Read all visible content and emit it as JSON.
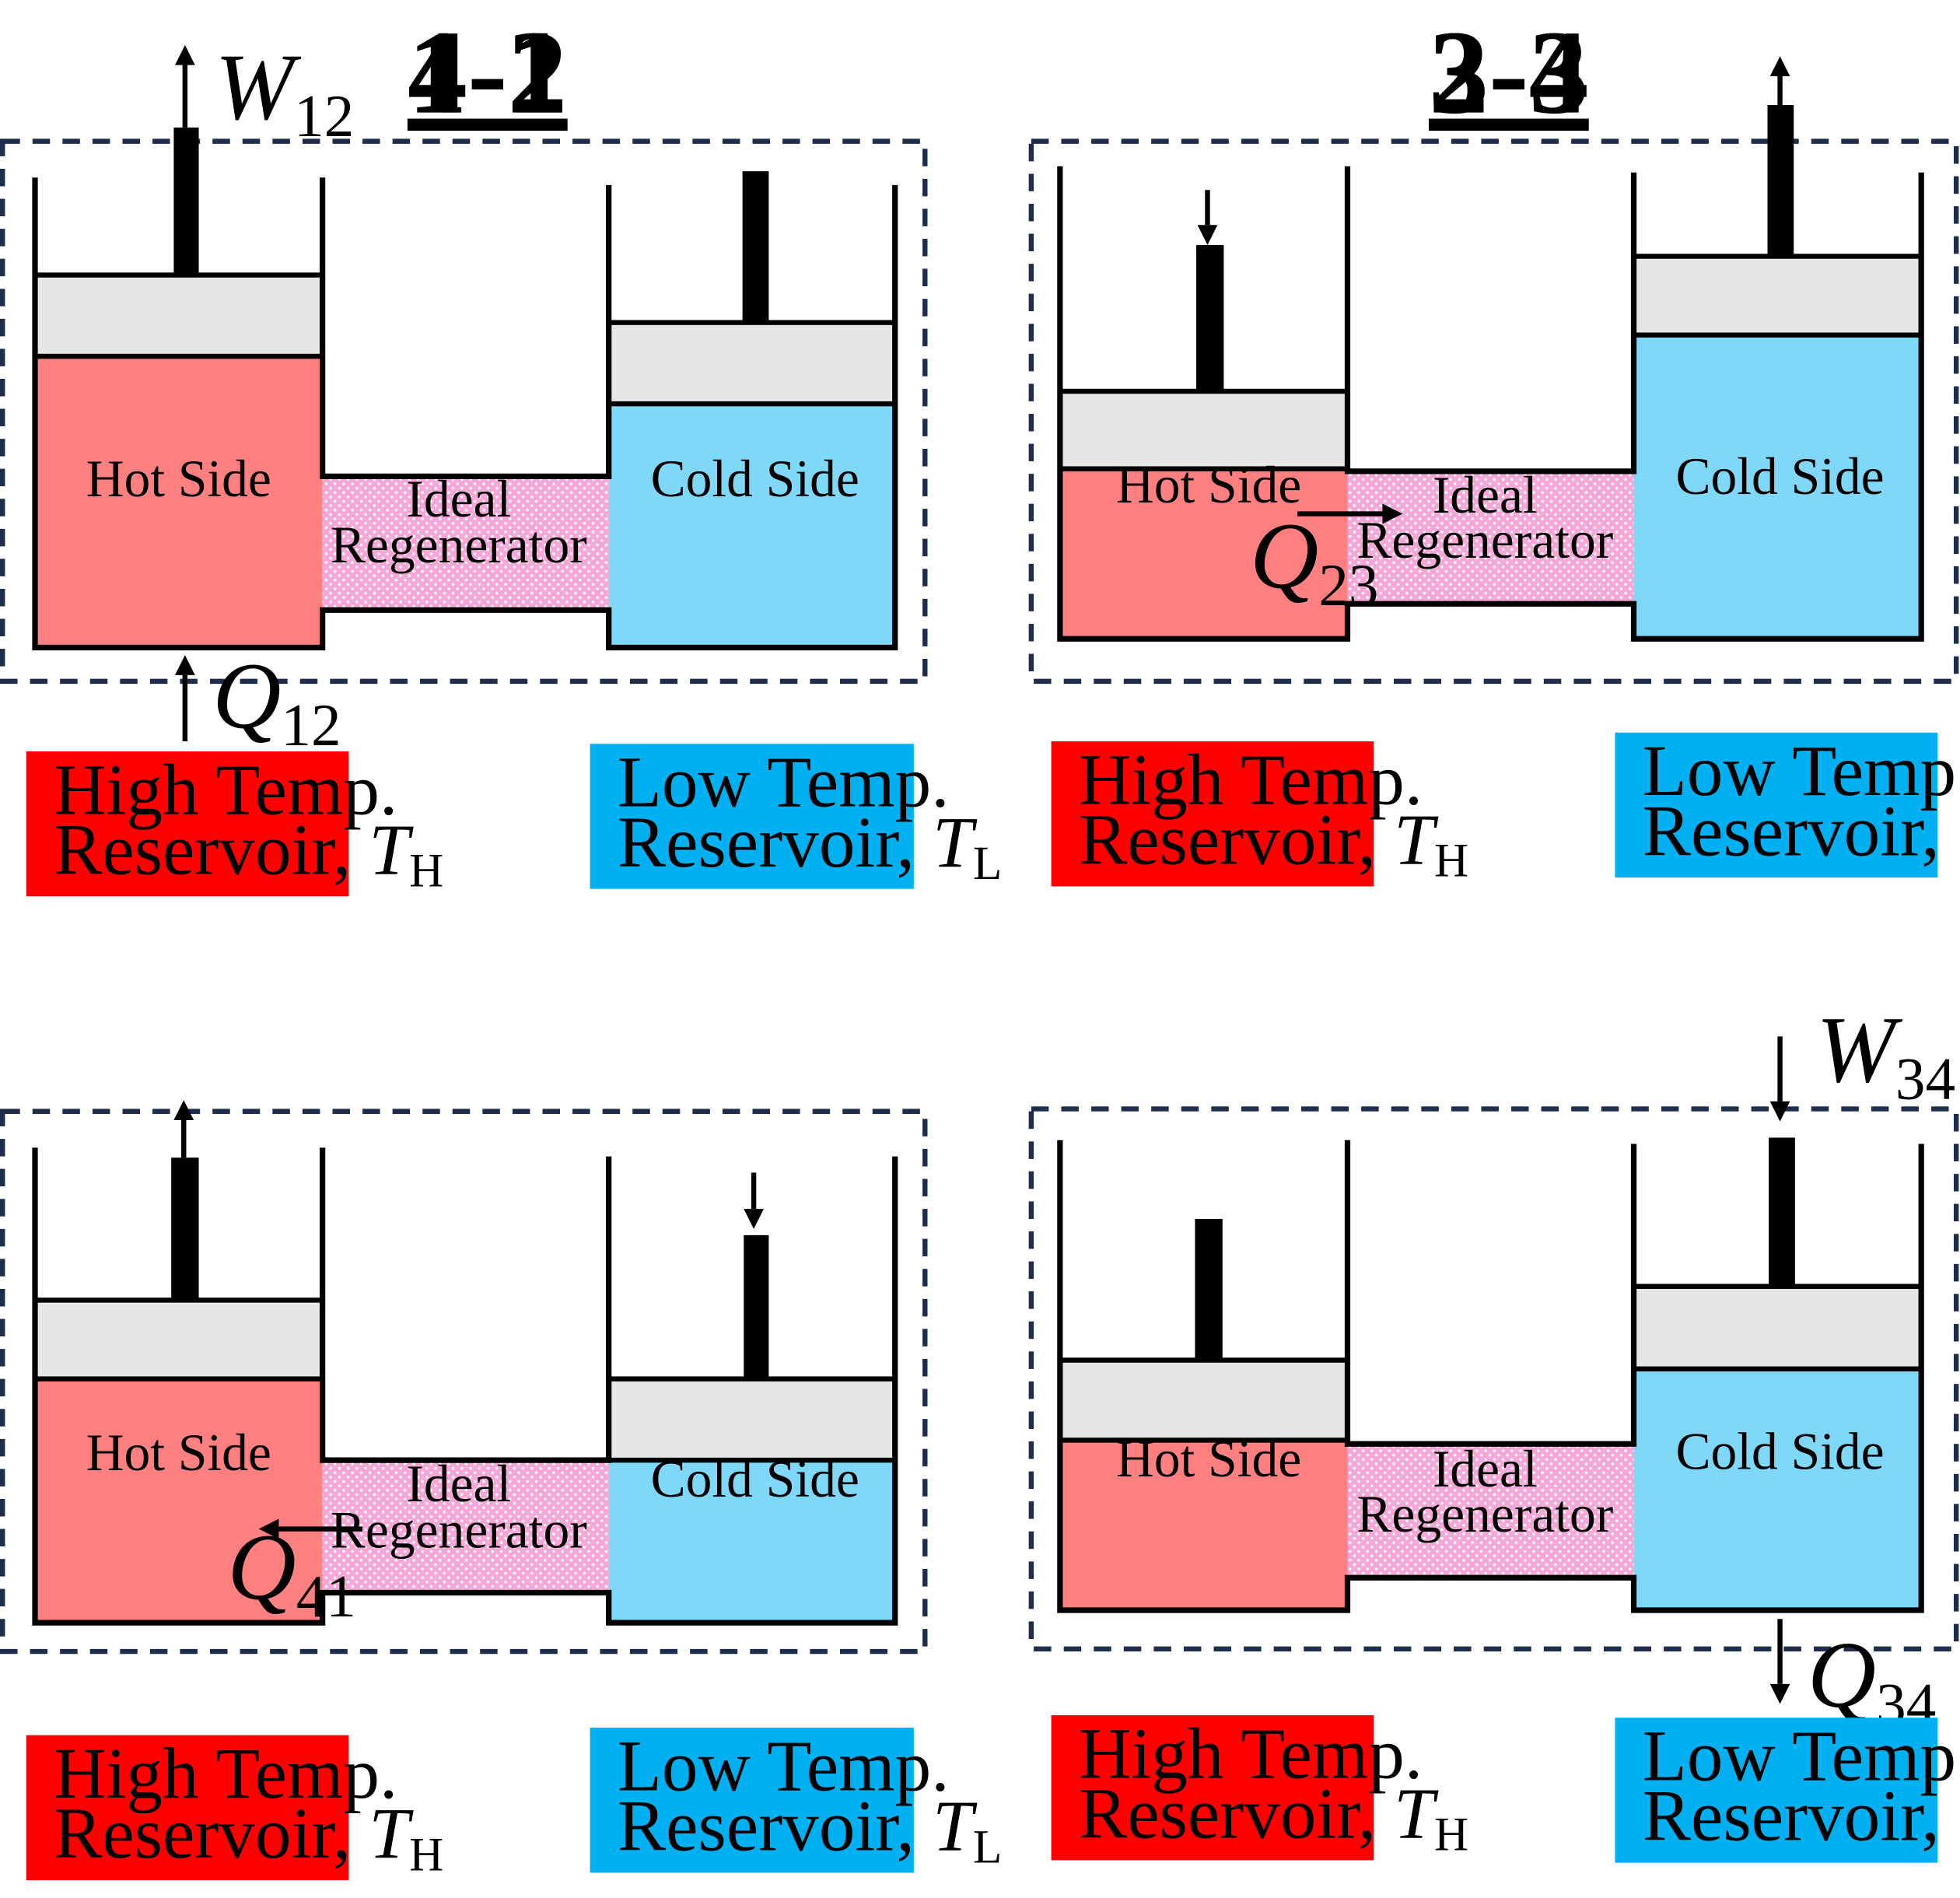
{
  "colors": {
    "hot_gas": "#ff8080",
    "cold_gas": "#80d8f8",
    "regenerator": "#f5a8d8",
    "piston": "#e6e6e6",
    "high_reservoir": "#ff0000",
    "low_reservoir": "#00b0f0",
    "boundary": "#1f2d4d"
  },
  "labels": {
    "hot_side": "Hot Side",
    "cold_side": "Cold Side",
    "regen_line1": "Ideal",
    "regen_line2": "Regenerator",
    "high_line1": "High Temp.",
    "high_line2": "Reservoir, ",
    "high_sym": "T",
    "high_sub": "H",
    "low_line1": "Low Temp.",
    "low_line2": "Reservoir, ",
    "low_sym": "T",
    "low_sub": "L"
  },
  "panels": [
    {
      "id": "12",
      "title": "1-2",
      "work": {
        "sym": "W",
        "sub": "12"
      },
      "heat": {
        "sym": "Q",
        "sub": "12"
      }
    },
    {
      "id": "23",
      "title": "2-3",
      "heat": {
        "sym": "Q",
        "sub": "23"
      }
    },
    {
      "id": "41",
      "title": "4-1",
      "heat": {
        "sym": "Q",
        "sub": "41"
      }
    },
    {
      "id": "34",
      "title": "3-4",
      "work": {
        "sym": "W",
        "sub": "34"
      },
      "heat": {
        "sym": "Q",
        "sub": "34"
      }
    }
  ]
}
